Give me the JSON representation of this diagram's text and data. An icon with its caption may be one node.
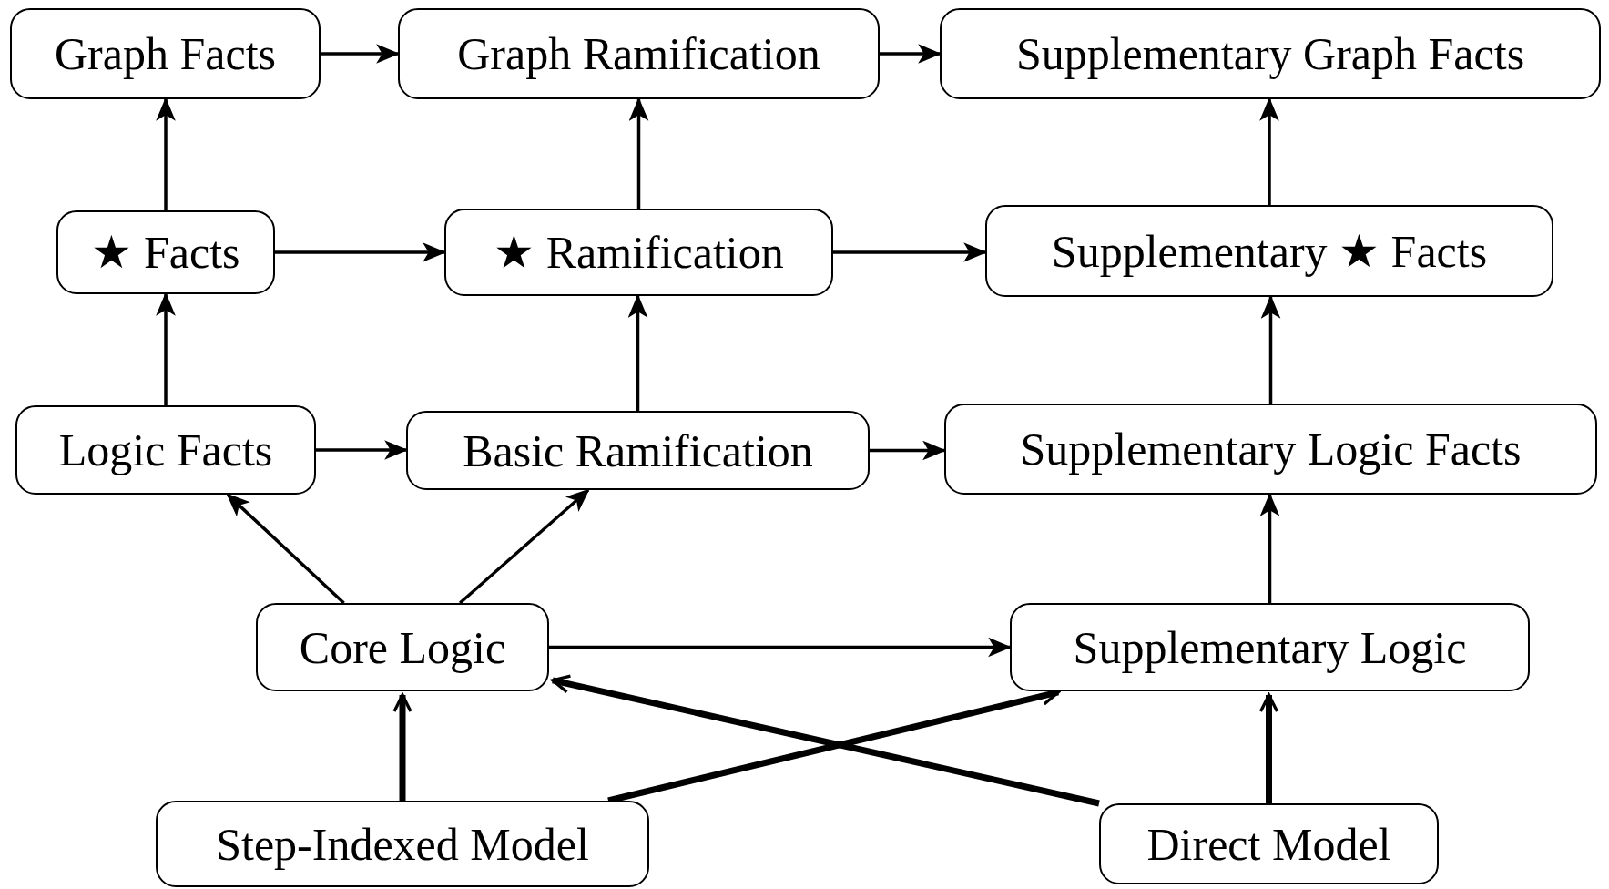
{
  "diagram": {
    "nodes": [
      {
        "text": [
          "Graph Facts"
        ]
      },
      {
        "text": [
          "Graph Ramification"
        ]
      },
      {
        "text": [
          "Supplementary Graph Facts"
        ]
      },
      {
        "text": [
          "★ Facts"
        ]
      },
      {
        "text": [
          "★ Ramification"
        ]
      },
      {
        "text": [
          "Supplementary ★ Facts"
        ]
      },
      {
        "text": [
          "Logic Facts"
        ]
      },
      {
        "text": [
          "Basic Ramification"
        ]
      },
      {
        "text": [
          "Supplementary Logic Facts"
        ]
      },
      {
        "text": [
          "Core Logic"
        ]
      },
      {
        "text": [
          "Supplementary Logic"
        ]
      },
      {
        "text": [
          "Step-Indexed Model"
        ]
      },
      {
        "text": [
          "Direct Model"
        ]
      }
    ],
    "edges": [
      {
        "from": 0,
        "to": 1,
        "arrow": "to"
      },
      {
        "from": 1,
        "to": 2,
        "arrow": "to"
      },
      {
        "from": 3,
        "to": 0,
        "arrow": "to"
      },
      {
        "from": 3,
        "to": 4,
        "arrow": "to"
      },
      {
        "from": 4,
        "to": 1,
        "arrow": "to"
      },
      {
        "from": 4,
        "to": 5,
        "arrow": "to"
      },
      {
        "from": 5,
        "to": 2,
        "arrow": "to"
      },
      {
        "from": 6,
        "to": 3,
        "arrow": "to"
      },
      {
        "from": 6,
        "to": 7,
        "arrow": "to"
      },
      {
        "from": 7,
        "to": 4,
        "arrow": "to"
      },
      {
        "from": 7,
        "to": 8,
        "arrow": "to"
      },
      {
        "from": 8,
        "to": 5,
        "arrow": "to"
      },
      {
        "from": 9,
        "to": 6,
        "arrow": "to"
      },
      {
        "from": 9,
        "to": 7,
        "arrow": "to"
      },
      {
        "from": 9,
        "to": 10,
        "arrow": "to"
      },
      {
        "from": 10,
        "to": 8,
        "arrow": "to"
      },
      {
        "from": 11,
        "to": 9,
        "arrow": "to",
        "style": "thick"
      },
      {
        "from": 11,
        "to": 10,
        "arrow": "to",
        "style": "thick"
      },
      {
        "from": 12,
        "to": 9,
        "arrow": "to",
        "style": "thick"
      },
      {
        "from": 12,
        "to": 10,
        "arrow": "to",
        "style": "thick"
      }
    ]
  }
}
